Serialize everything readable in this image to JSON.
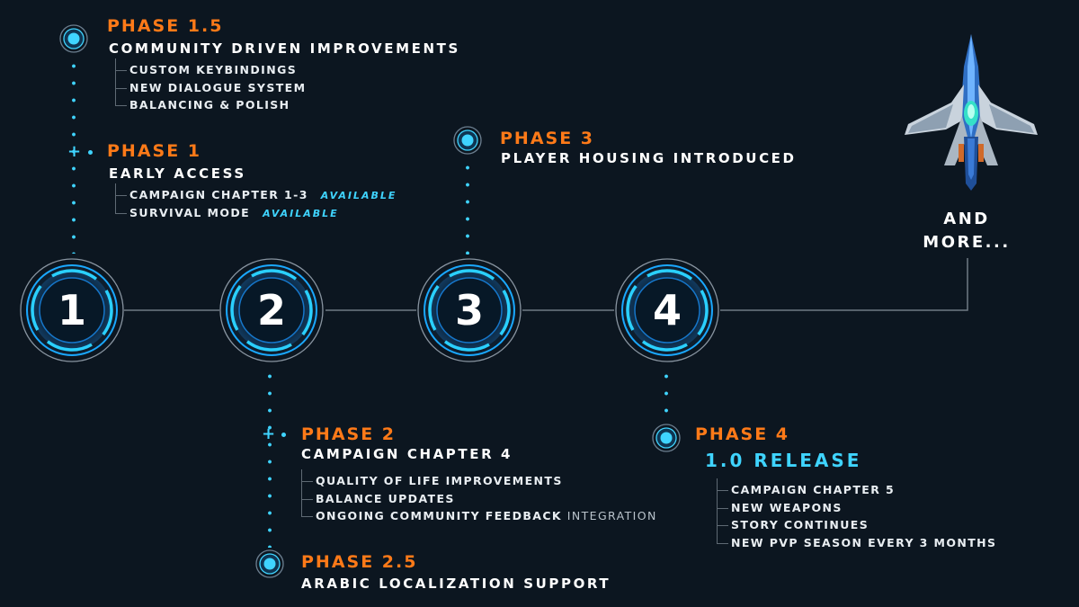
{
  "colors": {
    "background": "#0c1620",
    "accent_orange": "#ff7a18",
    "accent_cyan": "#3fd4ff",
    "text_white": "#ffffff"
  },
  "milestones": [
    {
      "number": "1"
    },
    {
      "number": "2"
    },
    {
      "number": "3"
    },
    {
      "number": "4"
    }
  ],
  "phase_1_5": {
    "title": "PHASE 1.5",
    "subtitle": "COMMUNITY DRIVEN IMPROVEMENTS",
    "items": [
      "CUSTOM KEYBINDINGS",
      "NEW DIALOGUE SYSTEM",
      "BALANCING & POLISH"
    ]
  },
  "phase_1": {
    "title": "PHASE 1",
    "subtitle": "EARLY ACCESS",
    "items": [
      {
        "label": "CAMPAIGN CHAPTER 1-3",
        "tag": "AVAILABLE"
      },
      {
        "label": "SURVIVAL MODE",
        "tag": "AVAILABLE"
      }
    ]
  },
  "phase_3": {
    "title": "PHASE 3",
    "subtitle": "PLAYER HOUSING INTRODUCED"
  },
  "phase_2": {
    "title": "PHASE 2",
    "subtitle": "CAMPAIGN CHAPTER 4",
    "items": [
      "QUALITY OF LIFE IMPROVEMENTS",
      "BALANCE UPDATES",
      "ONGOING COMMUNITY FEEDBACK",
      "INTEGRATION"
    ]
  },
  "phase_2_5": {
    "title": "PHASE 2.5",
    "subtitle": "ARABIC LOCALIZATION SUPPORT"
  },
  "phase_4": {
    "title": "PHASE 4",
    "subtitle": "1.0 RELEASE",
    "items": [
      "CAMPAIGN CHAPTER 5",
      "NEW WEAPONS",
      "STORY CONTINUES",
      "NEW PVP SEASON EVERY 3 MONTHS"
    ]
  },
  "more": {
    "line1": "AND",
    "line2": "MORE..."
  },
  "icons": {
    "marker": "target-ring-icon",
    "plus": "plus-icon",
    "ship": "spaceship-icon"
  }
}
